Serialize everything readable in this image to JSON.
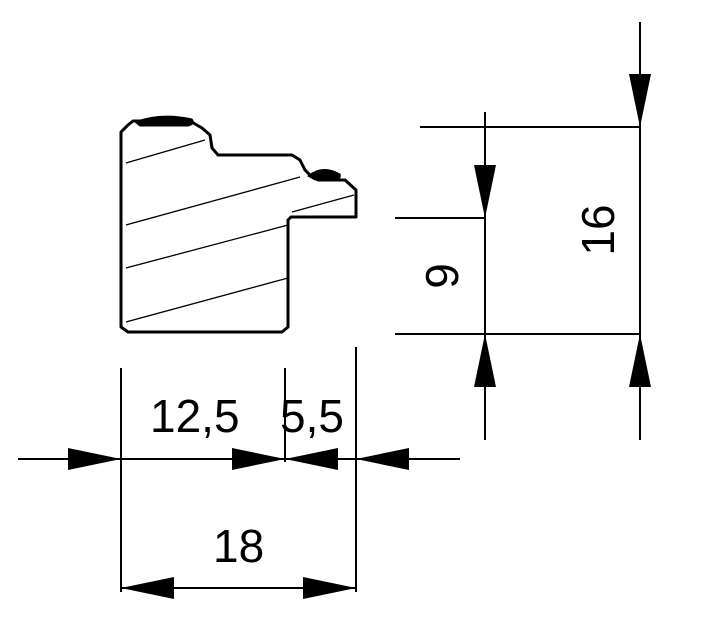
{
  "dimensions": {
    "d12_5": "12,5",
    "d5_5": "5,5",
    "d18": "18",
    "d9": "9",
    "d16": "16"
  }
}
